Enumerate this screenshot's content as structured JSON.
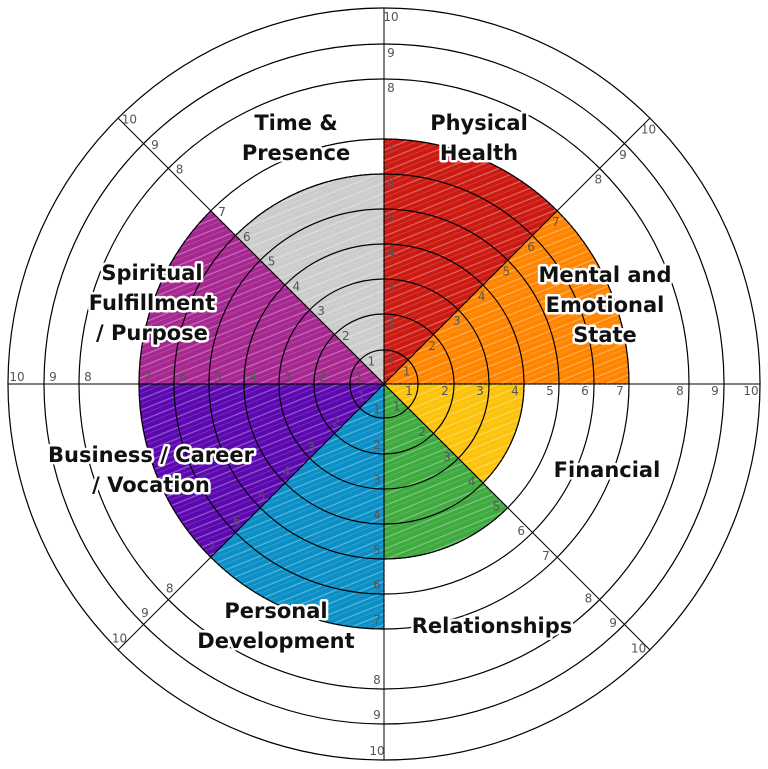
{
  "chart_data": {
    "type": "radial-wheel",
    "scale": {
      "min": 0,
      "max": 10
    },
    "tick_labels": [
      "1",
      "2",
      "3",
      "4",
      "5",
      "6",
      "7",
      "8",
      "9",
      "10"
    ],
    "segments": [
      {
        "label_lines": [
          "Physical",
          "Health"
        ],
        "value": 7,
        "color": "#cc1a12"
      },
      {
        "label_lines": [
          "Mental and",
          "Emotional",
          "State"
        ],
        "value": 7,
        "color": "#ff8500"
      },
      {
        "label_lines": [
          "Financial"
        ],
        "value": 4,
        "color": "#fcc30a"
      },
      {
        "label_lines": [
          "Relationships"
        ],
        "value": 5,
        "color": "#3faa3f"
      },
      {
        "label_lines": [
          "Personal",
          "Development"
        ],
        "value": 7,
        "color": "#0a8fc6"
      },
      {
        "label_lines": [
          "Business / Career",
          "/ Vocation"
        ],
        "value": 7,
        "color": "#5c08b0"
      },
      {
        "label_lines": [
          "Spiritual",
          "Fulfillment",
          "/ Purpose"
        ],
        "value": 7,
        "color": "#a6278f"
      },
      {
        "label_lines": [
          "Time &",
          "Presence"
        ],
        "value": 6,
        "color": "#cccccc"
      }
    ]
  }
}
